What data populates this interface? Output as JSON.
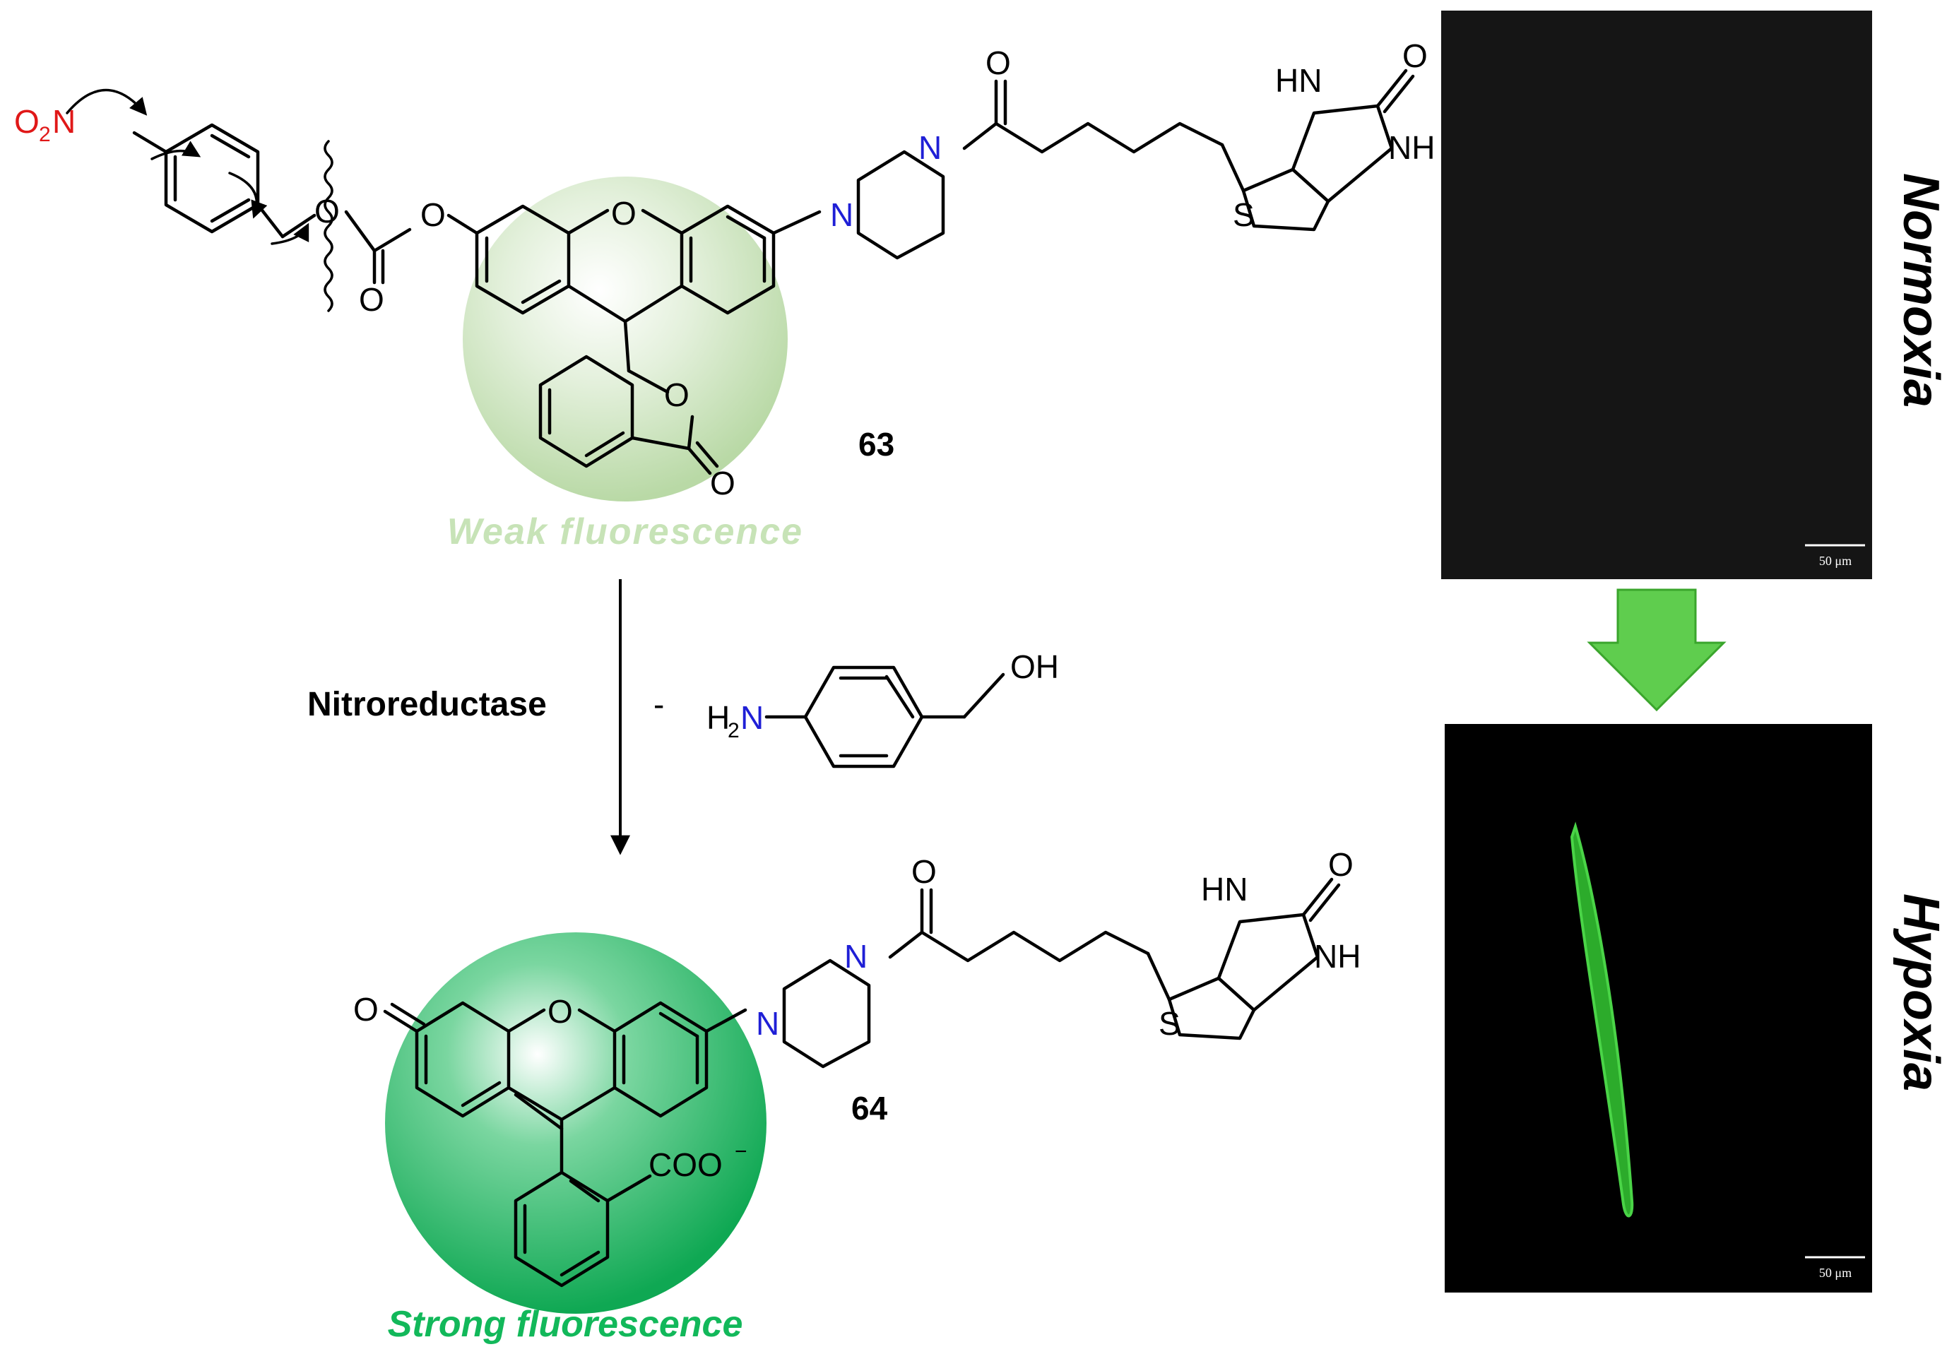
{
  "compounds": [
    {
      "id": "63",
      "state_label": "Weak fluorescence"
    },
    {
      "id": "64",
      "state_label": "Strong fluorescence"
    }
  ],
  "reaction": {
    "enzyme": "Nitroreductase",
    "byproduct_prefix": "-",
    "byproduct_amine": "H2N",
    "byproduct_hydroxyl": "OH"
  },
  "atoms": {
    "nitro_O": "O",
    "nitro_sub": "2",
    "nitro_N": "N",
    "oxygen": "O",
    "nitrogen": "N",
    "sulfur": "S",
    "nh": "NH",
    "hn": "HN",
    "h": "H",
    "coo": "COO",
    "coo_charge": "−"
  },
  "images": [
    {
      "condition": "Normoxia",
      "scale_bar": "50 μm"
    },
    {
      "condition": "Hypoxia",
      "scale_bar": "50 μm"
    }
  ],
  "colors": {
    "weak_halo": "#cfe6c2",
    "strong_halo": "#16b35c",
    "nitrogen": "#1f1fd6",
    "nitro": "#e01818",
    "arrow_green": "#4cc23a",
    "cell_fluorescence": "#38d33a"
  }
}
